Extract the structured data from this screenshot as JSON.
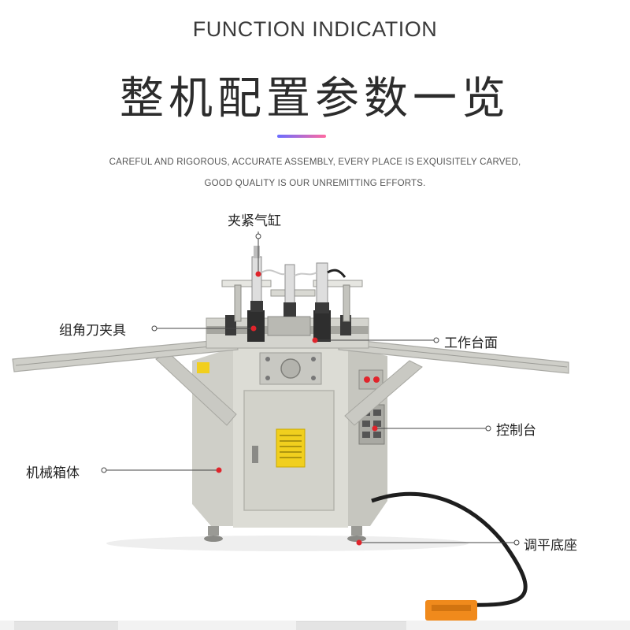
{
  "header": {
    "title_en": "FUNCTION INDICATION",
    "title_cn": "整机配置参数一览",
    "accent_gradient": [
      "#6a6cff",
      "#ff6aa0"
    ]
  },
  "description": {
    "line1": "CAREFUL AND RIGOROUS, ACCURATE ASSEMBLY, EVERY PLACE IS EXQUISITELY CARVED,",
    "line2": "GOOD QUALITY IS OUR UNREMITTING EFFORTS."
  },
  "callouts": {
    "clamp_cylinder": "夹紧气缸",
    "corner_knife_fixture": "组角刀夹具",
    "work_table": "工作台面",
    "control_panel": "控制台",
    "machine_cabinet": "机械箱体",
    "leveling_base": "调平底座"
  },
  "colors": {
    "marker": "#e0242b",
    "machine_body": "#d8d8d2",
    "machine_shadow": "#bdbdb6",
    "arm": "#cfcfc9",
    "arm_edge": "#a9a9a4",
    "warning_yellow": "#f1cf1e",
    "foot_pedal": "#f08a1c"
  }
}
